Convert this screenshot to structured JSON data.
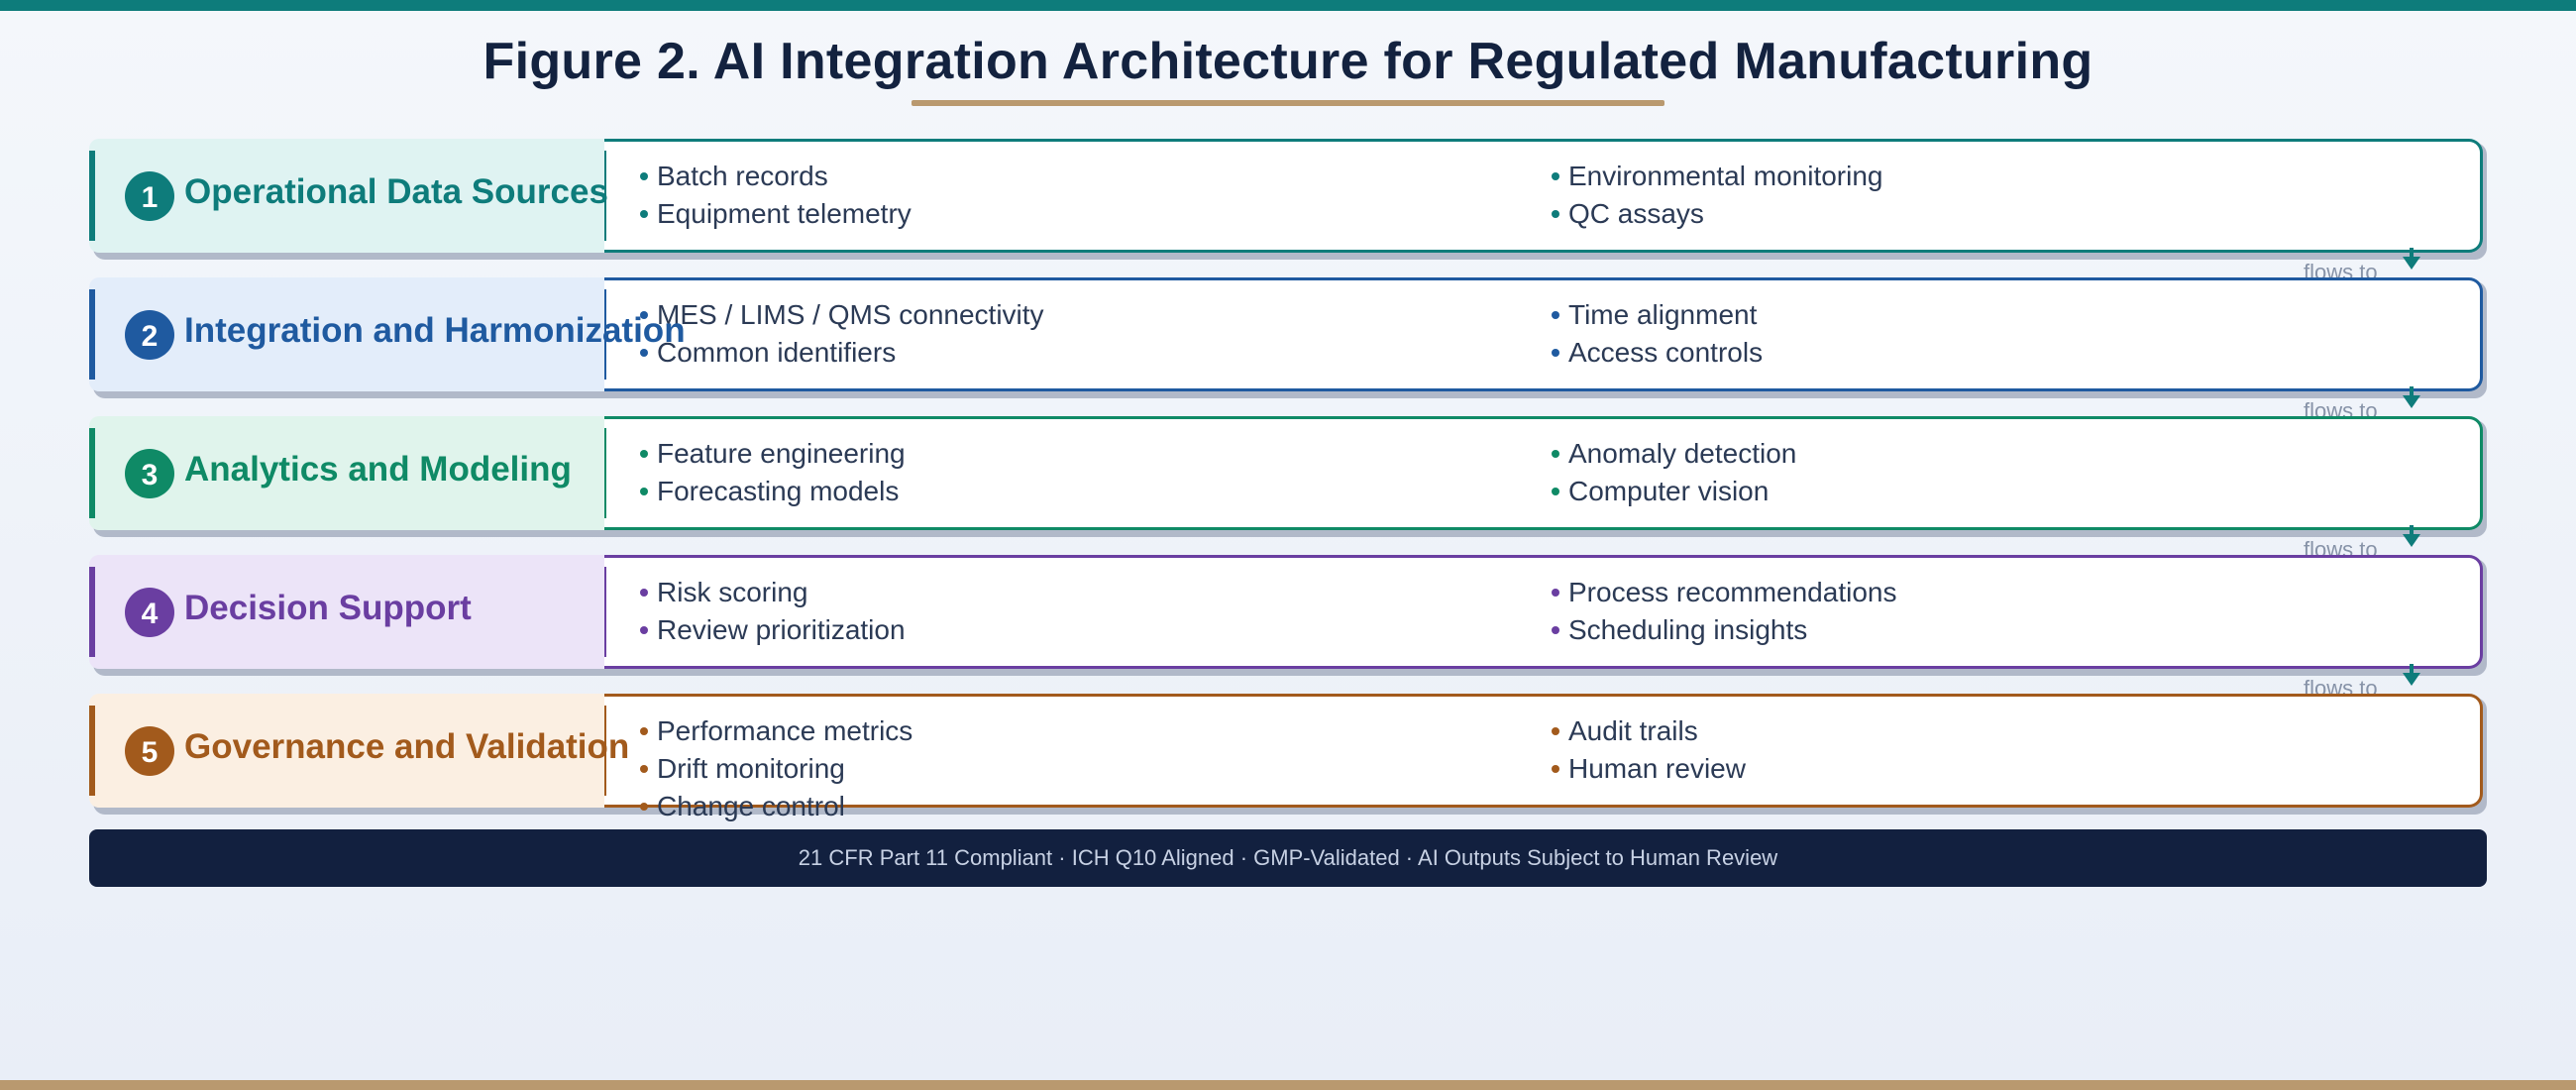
{
  "title": "Figure 2.  AI Integration Architecture for Regulated Manufacturing",
  "flow_label": "flows to",
  "flow_color": "#0e7c7b",
  "footer": "21 CFR Part 11 Compliant  ·  ICH Q10 Aligned  ·  GMP-Validated  ·  AI Outputs Subject to Human Review",
  "layers": [
    {
      "number": "1",
      "name": "Operational Data Sources",
      "color": "#0e7c7b",
      "bg": "#dff3f2",
      "col1": [
        "Batch records",
        "Equipment telemetry"
      ],
      "col2": [
        "Environmental monitoring",
        "QC assays"
      ]
    },
    {
      "number": "2",
      "name": "Integration and Harmonization",
      "color": "#1f5aa0",
      "bg": "#e3edfa",
      "col1": [
        "MES / LIMS / QMS connectivity",
        "Common identifiers"
      ],
      "col2": [
        "Time alignment",
        "Access controls"
      ]
    },
    {
      "number": "3",
      "name": "Analytics and Modeling",
      "color": "#0f8a66",
      "bg": "#e0f4ec",
      "col1": [
        "Feature engineering",
        "Forecasting models"
      ],
      "col2": [
        "Anomaly detection",
        "Computer vision"
      ]
    },
    {
      "number": "4",
      "name": "Decision Support",
      "color": "#6a3ea1",
      "bg": "#ece4f8",
      "col1": [
        "Risk scoring",
        "Review prioritization"
      ],
      "col2": [
        "Process recommendations",
        "Scheduling insights"
      ]
    },
    {
      "number": "5",
      "name": "Governance and Validation",
      "color": "#a25a1c",
      "bg": "#fbefe2",
      "col1": [
        "Performance metrics",
        "Drift monitoring",
        "Change control"
      ],
      "col2": [
        "Audit trails",
        "Human review"
      ]
    }
  ]
}
